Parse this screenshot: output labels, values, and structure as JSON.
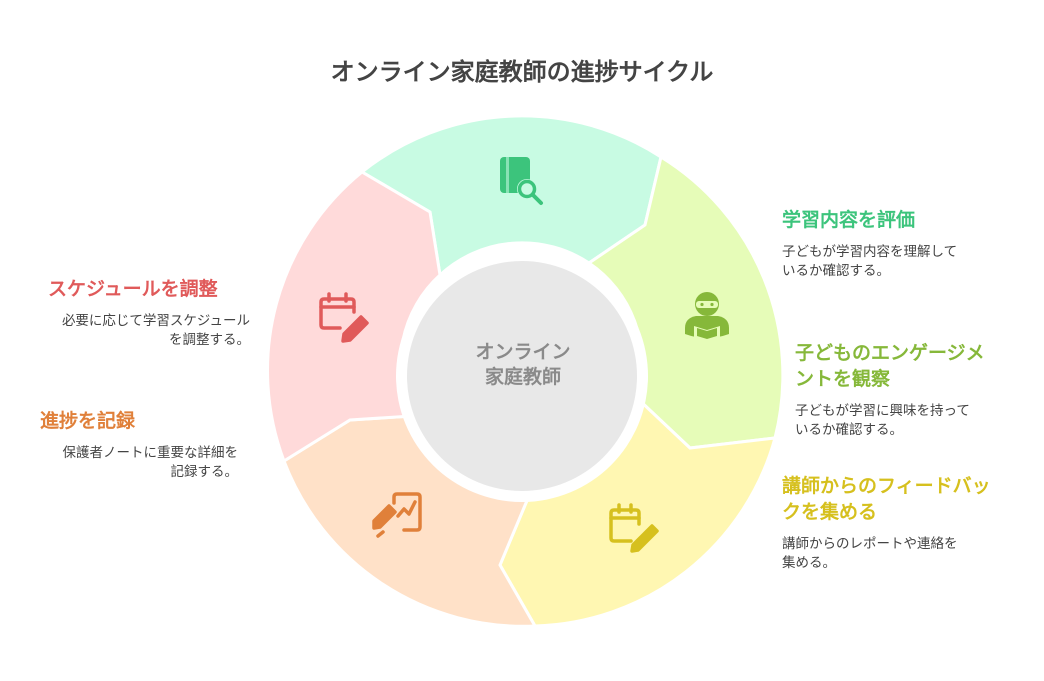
{
  "title": "オンライン家庭教師の進捗サイクル",
  "center": {
    "line1": "オンライン",
    "line2": "家庭教師"
  },
  "colors": {
    "green": "#3cc47c",
    "lime": "#86b83a",
    "yellow": "#d6c01e",
    "orange": "#e0803a",
    "red": "#e05a5a",
    "gray": "#8a8a8a"
  },
  "steps": [
    {
      "title": "学習内容を評価",
      "desc_lines": [
        "子どもが学習内容を理解して",
        "いるか確認する。"
      ],
      "icon": "book-search-icon"
    },
    {
      "title_lines": [
        "子どものエンゲージメ",
        "ントを観察"
      ],
      "desc_lines": [
        "子どもが学習に興味を持って",
        "いるか確認する。"
      ],
      "icon": "student-icon"
    },
    {
      "title_lines": [
        "講師からのフィードバッ",
        "クを集める"
      ],
      "desc_lines": [
        "講師からのレポートや連絡を",
        "集める。"
      ],
      "icon": "calendar-edit-icon"
    },
    {
      "title": "進捗を記録",
      "desc_lines": [
        "保護者ノートに重要な詳細を",
        "記録する。"
      ],
      "icon": "chart-edit-icon"
    },
    {
      "title": "スケジュールを調整",
      "desc_lines": [
        "必要に応じて学習スケジュール",
        "を調整する。"
      ],
      "icon": "calendar-pencil-icon"
    }
  ]
}
